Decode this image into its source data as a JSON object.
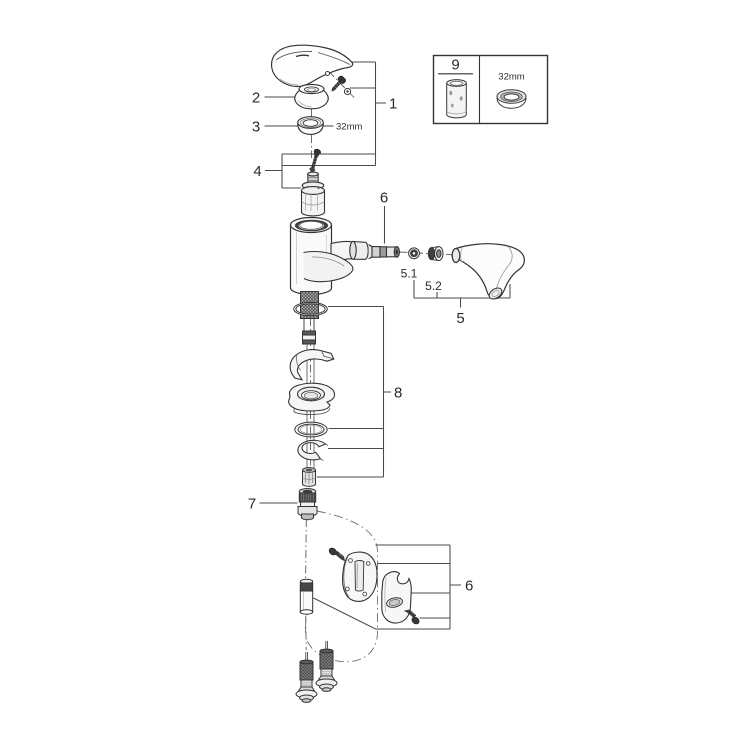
{
  "figure": {
    "kind": "exploded-parts-diagram",
    "callouts": {
      "part1": "1",
      "part2": "2",
      "part3": "3",
      "part4": "4",
      "part5": "5",
      "part5_1": "5.1",
      "part5_2": "5.2",
      "part6_spout": "6",
      "part6_holder": "6",
      "part7": "7",
      "part8": "8",
      "part9": "9"
    },
    "dimensions": {
      "ring_dim": "32mm",
      "kit_ring_dim": "32mm"
    },
    "colors": {
      "background": "#ffffff",
      "line": "#3a3a3a",
      "callout_line": "#4a4a4a",
      "dark_part": "#383838"
    }
  }
}
